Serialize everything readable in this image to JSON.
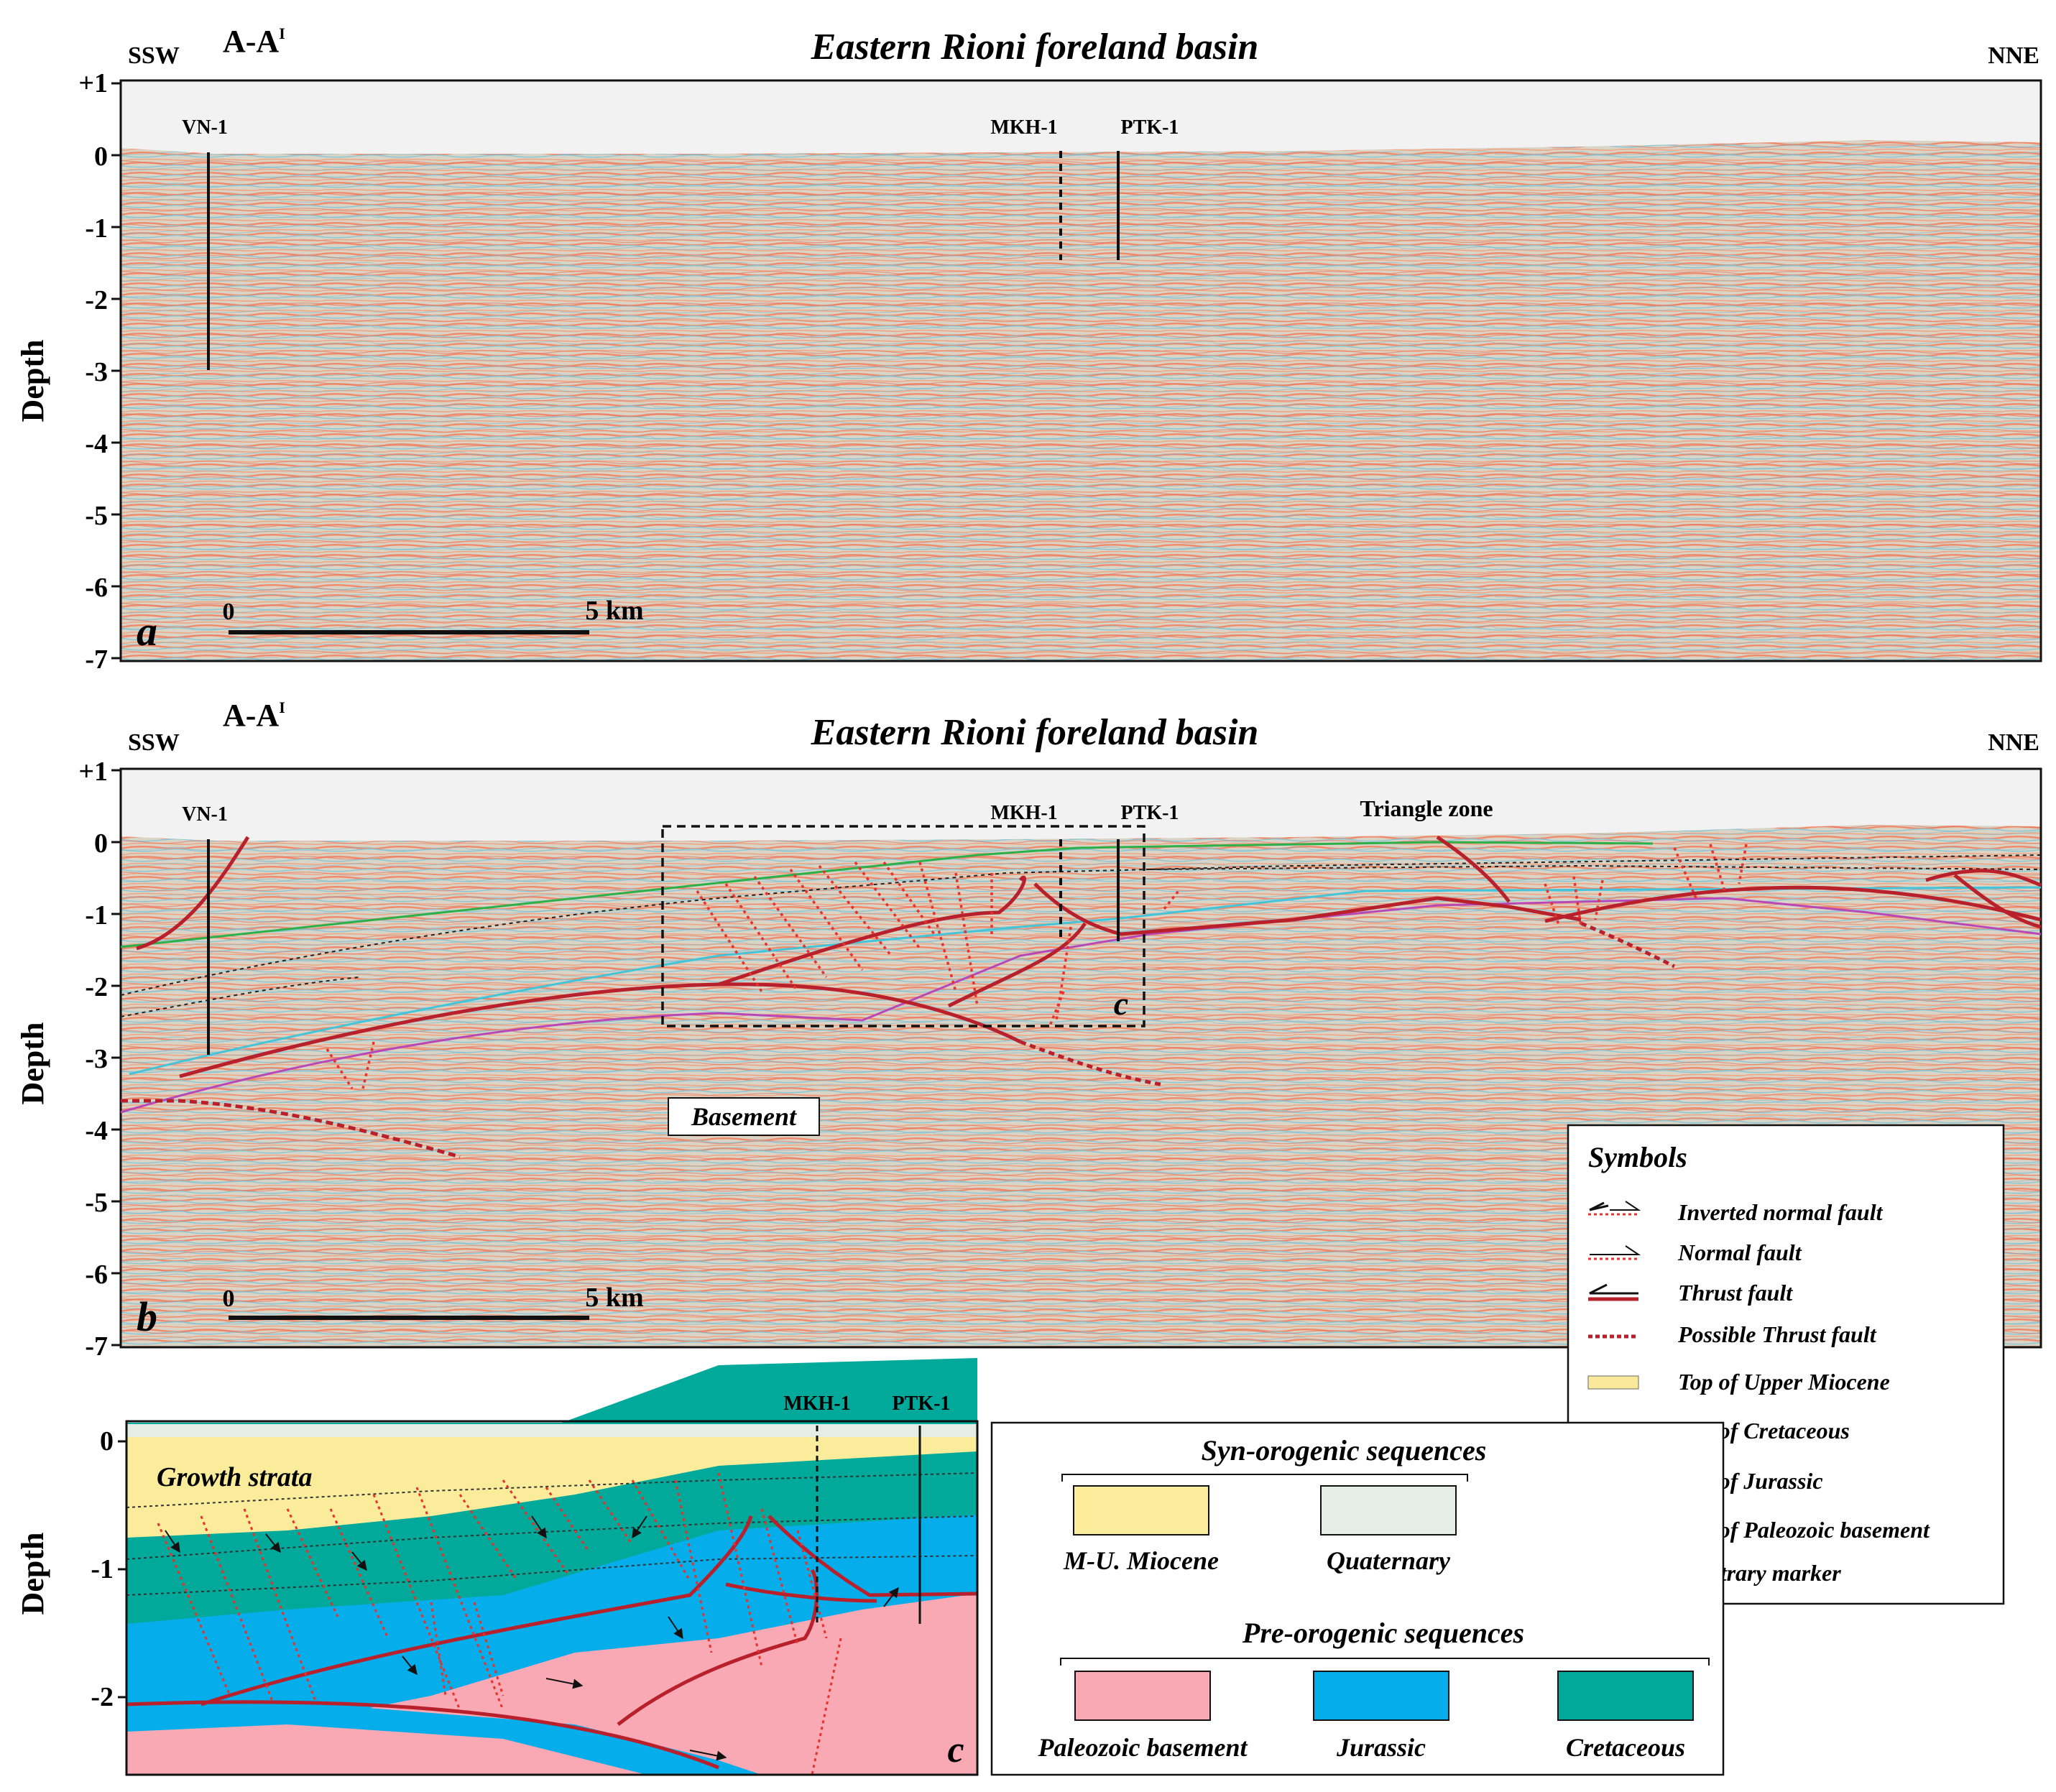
{
  "panel_a": {
    "section_id": "A-A",
    "section_sup": "I",
    "title": "Eastern Rioni foreland basin",
    "left_dir": "SSW",
    "right_dir": "NNE",
    "axis_label": "Depth",
    "y_ticks": [
      "+1",
      "0",
      "-1",
      "-2",
      "-3",
      "-4",
      "-5",
      "-6",
      "-7"
    ],
    "wells": [
      "VN-1",
      "MKH-1",
      "PTK-1"
    ],
    "scale_zero": "0",
    "scale_len": "5 km",
    "letter": "a"
  },
  "panel_b": {
    "section_id": "A-A",
    "section_sup": "I",
    "title": "Eastern Rioni foreland basin",
    "left_dir": "SSW",
    "right_dir": "NNE",
    "axis_label": "Depth",
    "y_ticks": [
      "+1",
      "0",
      "-1",
      "-2",
      "-3",
      "-4",
      "-5",
      "-6",
      "-7"
    ],
    "wells": [
      "VN-1",
      "MKH-1",
      "PTK-1"
    ],
    "triangle_zone": "Triangle zone",
    "basement": "Basement",
    "inset_letter": "c",
    "scale_zero": "0",
    "scale_len": "5 km",
    "letter": "b"
  },
  "panel_c": {
    "axis_label": "Depth",
    "y_ticks": [
      "0",
      "-1",
      "-2"
    ],
    "wells": [
      "MKH-1",
      "PTK-1"
    ],
    "growth_strata": "Growth strata",
    "letter": "c"
  },
  "symbols": {
    "title": "Symbols",
    "items": [
      "Inverted normal fault",
      "Normal fault",
      "Thrust fault",
      "Possible Thrust fault",
      "Top of Upper Miocene",
      "Top of Cretaceous",
      "Top of Jurassic",
      "Top of Paleozoic basement",
      "Arbitrary marker"
    ],
    "swatch_colors": [
      "#fbe99a",
      "#1fa85a",
      "#3ec8d8",
      "#b848b8"
    ]
  },
  "legend": {
    "syn_title": "Syn-orogenic sequences",
    "syn": [
      "M-U. Miocene",
      "Quaternary"
    ],
    "pre_title": "Pre-orogenic sequences",
    "pre": [
      "Paleozoic basement",
      "Jurassic",
      "Cretaceous"
    ],
    "colors": {
      "miocene": "#fbec9c",
      "quaternary": "#e6ece6",
      "paleozoic": "#f8a9b4",
      "jurassic": "#05aeea",
      "cretaceous": "#00a99a",
      "fault": "#c0202c",
      "fault_dotted": "#e8322c"
    }
  }
}
